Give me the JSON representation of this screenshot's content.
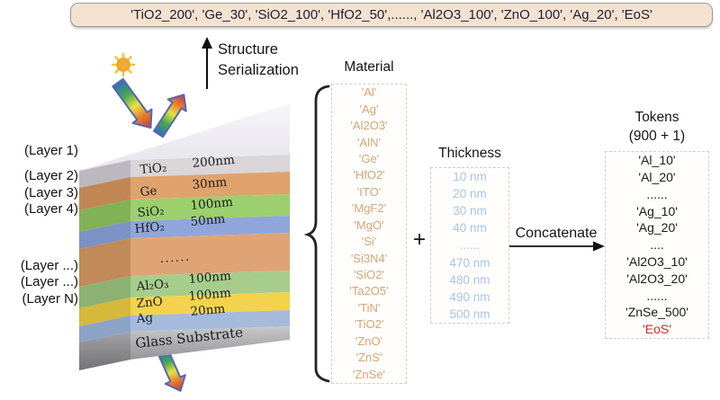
{
  "serialized_output": "'TiO2_200', 'Ge_30', 'SiO2_100', 'HfO2_50',......, 'Al2O3_100', 'ZnO_100', 'Ag_20', 'EoS'",
  "process": {
    "serialization_line1": "Structure",
    "serialization_line2": "Serialization",
    "concatenate_label": "Concatenate",
    "plus_sign": "+"
  },
  "stack": {
    "layer_labels": [
      "(Layer 1)",
      "(Layer 2)",
      "(Layer 3)",
      "(Layer 4)",
      "(Layer ...)",
      "(Layer ...)",
      "(Layer N)"
    ],
    "layers": [
      {
        "material": "TiO₂",
        "thickness": "200nm"
      },
      {
        "material": "Ge",
        "thickness": "30nm"
      },
      {
        "material": "SiO₂",
        "thickness": "100nm"
      },
      {
        "material": "HfO₂",
        "thickness": "50nm"
      },
      {
        "material": "......",
        "thickness": ""
      },
      {
        "material": "Al₂O₃",
        "thickness": "100nm"
      },
      {
        "material": "ZnO",
        "thickness": "100nm"
      },
      {
        "material": "Ag",
        "thickness": "20nm"
      }
    ],
    "substrate": "Glass Substrate"
  },
  "material_list": {
    "title": "Material",
    "items": [
      "'Al'",
      "'Ag'",
      "'Al2O3'",
      "'AlN'",
      "'Ge'",
      "'HfO2'",
      "'ITO'",
      "'MgF2'",
      "'MgO'",
      "'Si'",
      "'Si3N4'",
      "'SiO2'",
      "'Ta2O5'",
      "'TiN'",
      "'TiO2'",
      "'ZnO'",
      "'ZnS'",
      "'ZnSe'"
    ]
  },
  "thickness_list": {
    "title": "Thickness",
    "items": [
      "10 nm",
      "20 nm",
      "30 nm",
      "40 nm",
      "......",
      "470 nm",
      "480 nm",
      "490 nm",
      "500 nm"
    ]
  },
  "tokens": {
    "title": "Tokens",
    "subtitle": "(900 + 1)",
    "items": [
      "'Al_10'",
      "'Al_20'",
      "......",
      "'Ag_10'",
      "'Ag_20'",
      "....",
      "'Al2O3_10'",
      "'Al2O3_20'",
      "......",
      "'ZnSe_500'",
      "'EoS'"
    ]
  },
  "icons": {
    "sun": "sun-icon",
    "incident": "incident-light-arrow",
    "reflected": "reflected-light-arrow",
    "transmitted": "transmitted-light-arrow"
  },
  "colors": {
    "top_box_bg": "#f4e2d0",
    "material_text": "#d2a678",
    "thickness_text": "#a9c4e4",
    "eos_red": "#cc2b2b",
    "layer_tio2": "#d9d5d9",
    "layer_ge": "#dfa26c",
    "layer_sio2": "#9ccf6d",
    "layer_hfo2": "#90a6da",
    "layer_dots": "#dfa476",
    "layer_al2o3": "#a6cd8b",
    "layer_zno": "#f3d24d",
    "layer_ag": "#a6bbdc",
    "layer_glass": "#aeaeb0",
    "sun_yellow": "#f2a93b"
  }
}
